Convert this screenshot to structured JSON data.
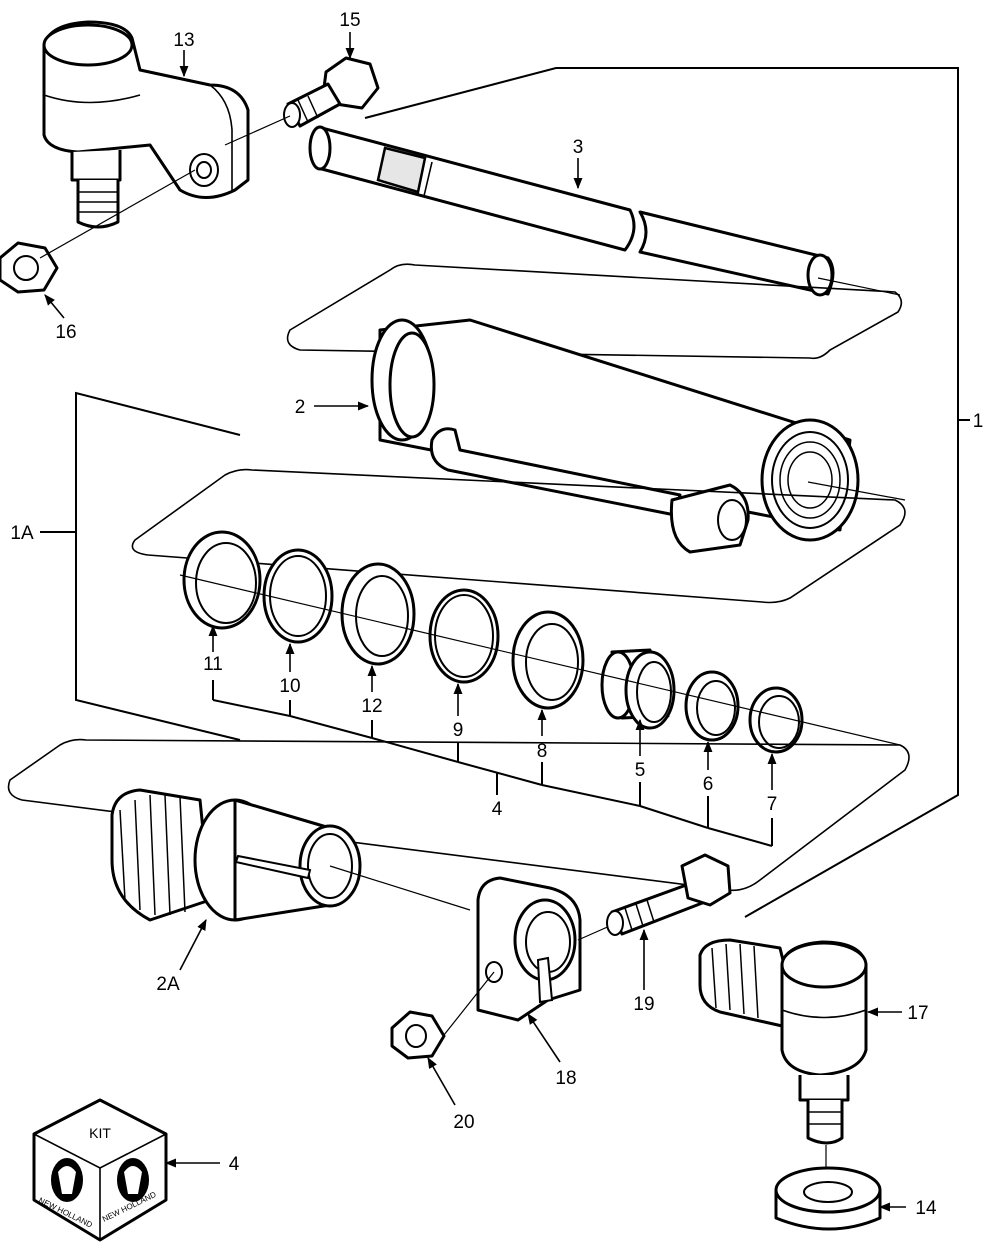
{
  "callouts": {
    "c1": "1",
    "c1A": "1A",
    "c2": "2",
    "c2A": "2A",
    "c3": "3",
    "c4_kit": "4",
    "c4_seals": "4",
    "c5": "5",
    "c6": "6",
    "c7": "7",
    "c8": "8",
    "c9": "9",
    "c10": "10",
    "c11": "11",
    "c12": "12",
    "c13": "13",
    "c14": "14",
    "c15": "15",
    "c16": "16",
    "c17": "17",
    "c18": "18",
    "c19": "19",
    "c20": "20"
  },
  "kit_box": {
    "label": "KIT",
    "logo_text": "NEW HOLLAND"
  }
}
